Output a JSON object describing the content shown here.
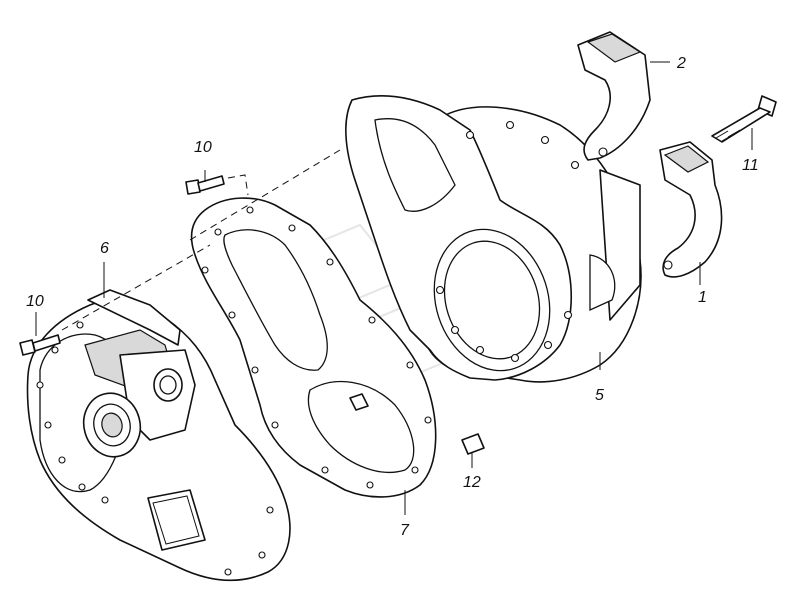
{
  "callouts": {
    "part_1": "1",
    "part_2": "2",
    "part_5": "5",
    "part_6": "6",
    "part_7": "7",
    "part_10_upper": "10",
    "part_10_lower": "10",
    "part_11": "11",
    "part_12": "12"
  },
  "colors": {
    "line": "#111111",
    "background": "#ffffff",
    "shade": "#d9d9d9"
  }
}
